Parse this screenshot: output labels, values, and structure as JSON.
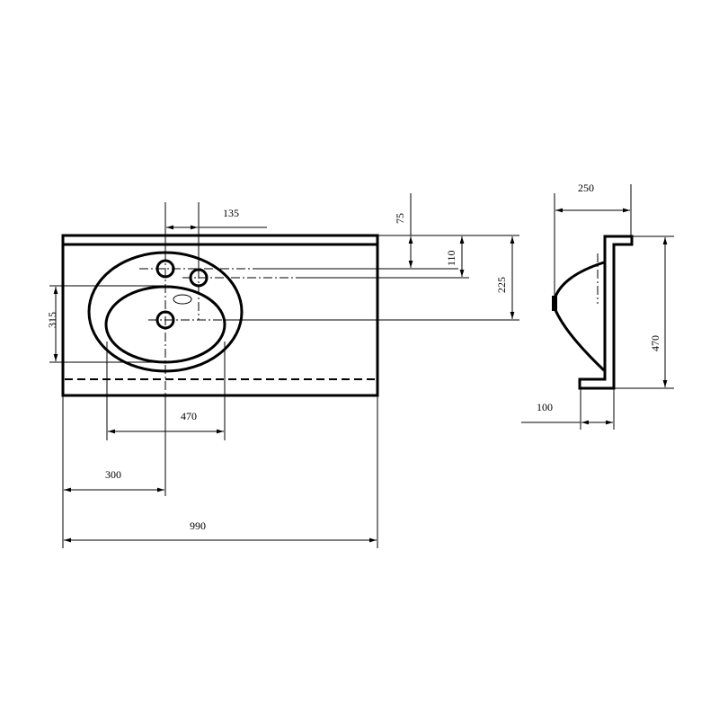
{
  "drawing": {
    "top_view": {
      "dimensions": {
        "tap_offset": "135",
        "top_to_hole": "75",
        "top_to_second_hole": "110",
        "top_to_drain": "225",
        "basin_depth": "315",
        "basin_width": "470",
        "edge_to_center": "300",
        "total_width": "990"
      }
    },
    "side_view": {
      "dimensions": {
        "projection": "250",
        "height": "470",
        "base_depth": "100"
      }
    }
  }
}
